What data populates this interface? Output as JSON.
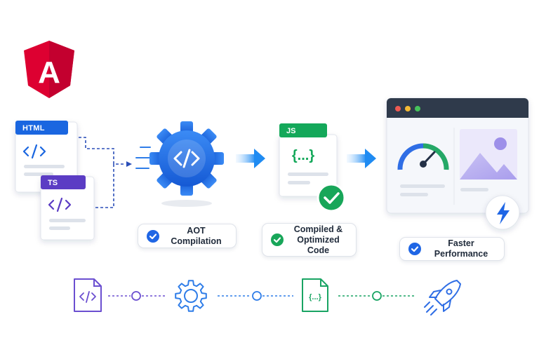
{
  "brand": {
    "logo_letter": "A",
    "logo_name": "angular-logo"
  },
  "files": {
    "html_label": "HTML",
    "ts_label": "TS",
    "js_label": "JS"
  },
  "steps": {
    "aot_label": "AOT Compilation",
    "compiled_label_line1": "Compiled &",
    "compiled_label_line2": "Optimized Code",
    "performance_label": "Faster Performance"
  },
  "icons": {
    "code": "code-brackets-icon",
    "braces": "curly-braces-icon",
    "gear": "gear-icon",
    "rocket": "rocket-icon",
    "bolt": "lightning-bolt-icon",
    "gauge": "speedometer-icon",
    "image": "image-placeholder-icon",
    "check": "check-circle-icon"
  },
  "colors": {
    "angular_red": "#dd0031",
    "html_blue": "#1a66e0",
    "ts_purple": "#5b3cc4",
    "js_green": "#14a85a",
    "gear_blue": "#2470e6",
    "browser_bar": "#2f3a4b",
    "timeline_purple": "#6b4fd0",
    "timeline_blue": "#2f7de8",
    "timeline_green": "#19a463"
  }
}
